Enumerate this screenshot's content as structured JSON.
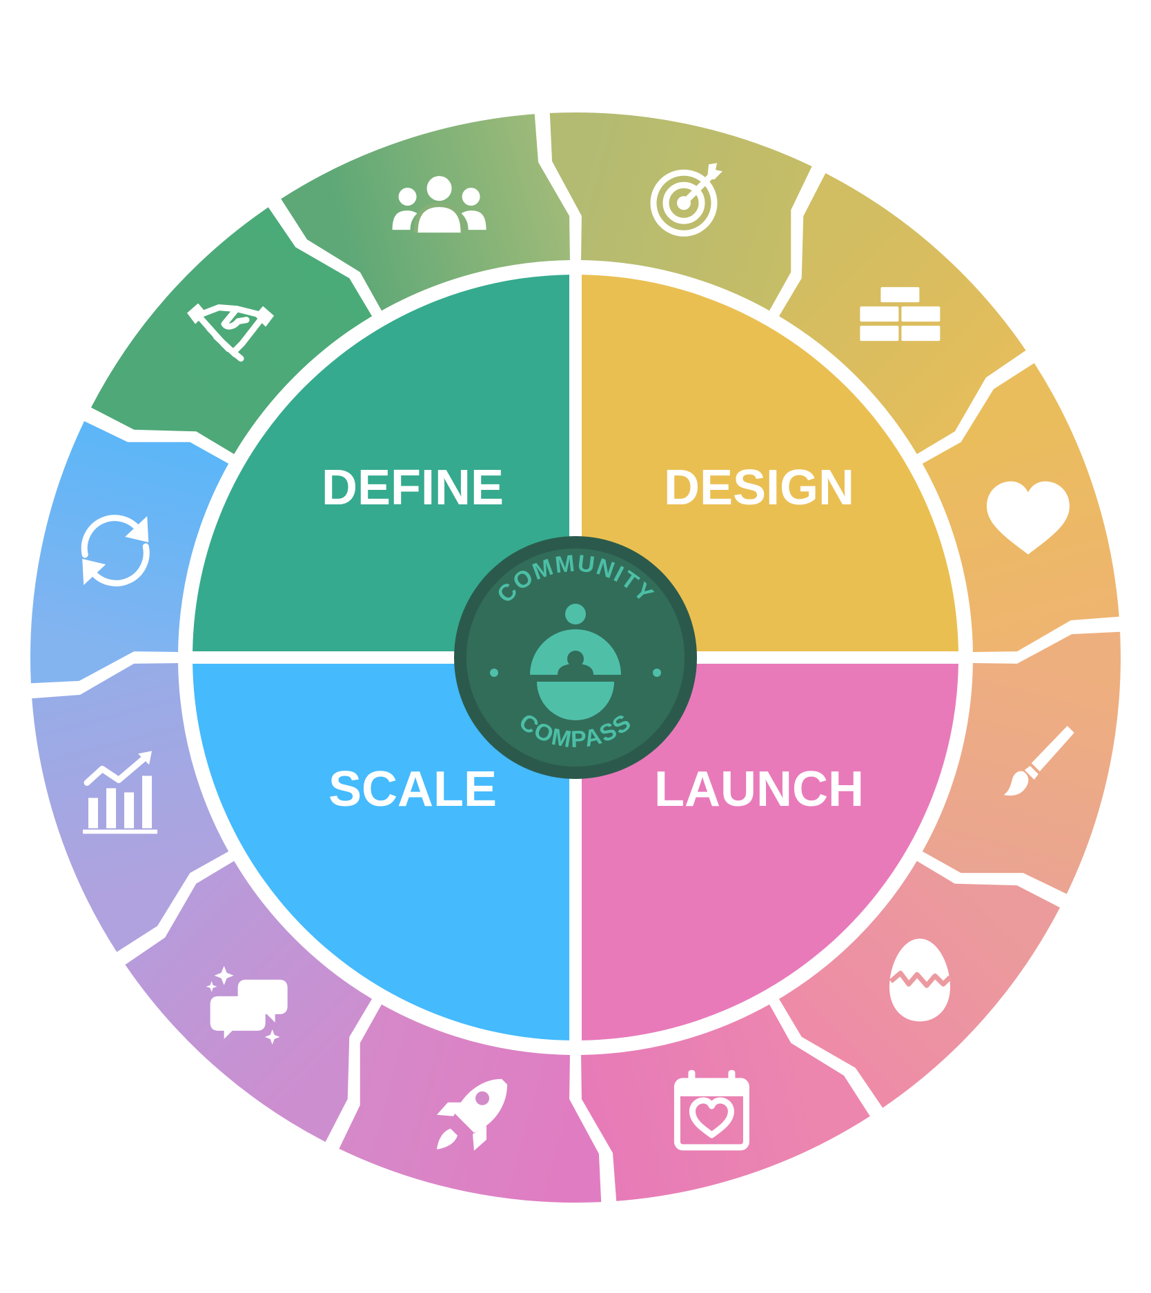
{
  "diagram": {
    "quadrants": [
      {
        "id": "define",
        "label": "DEFINE",
        "color": "#35aa8e"
      },
      {
        "id": "design",
        "label": "DESIGN",
        "color": "#eabf52"
      },
      {
        "id": "scale",
        "label": "SCALE",
        "color": "#45bafd"
      },
      {
        "id": "launch",
        "label": "LAUNCH",
        "color": "#e87aba"
      }
    ],
    "center_badge": {
      "text_top": "COMMUNITY",
      "text_bottom": "COMPASS",
      "outer_color": "#2b5a4c",
      "inner_color": "#326d59",
      "accent_color": "#4fbfa8"
    },
    "outer_ring": [
      {
        "icon": "target-arrow-icon",
        "colors": [
          "#b3bb72",
          "#c7bd66"
        ]
      },
      {
        "icon": "bricks-icon",
        "colors": [
          "#d1bd62",
          "#e6bd5b"
        ]
      },
      {
        "icon": "heart-icon",
        "colors": [
          "#e9bd5b",
          "#efb472"
        ]
      },
      {
        "icon": "paintbrush-icon",
        "colors": [
          "#eeaf7e",
          "#eaa393"
        ]
      },
      {
        "icon": "cracked-egg-icon",
        "colors": [
          "#eb9b9b",
          "#ee8aa9"
        ]
      },
      {
        "icon": "calendar-heart-icon",
        "colors": [
          "#ec86ae",
          "#e67ab9"
        ]
      },
      {
        "icon": "rocket-icon",
        "colors": [
          "#e07dc2",
          "#d48ac9"
        ]
      },
      {
        "icon": "chat-bubbles-sparkle-icon",
        "colors": [
          "#cd8ecf",
          "#b69cdb"
        ]
      },
      {
        "icon": "growth-chart-icon",
        "colors": [
          "#b0a2de",
          "#95ade8"
        ]
      },
      {
        "icon": "refresh-cycle-icon",
        "colors": [
          "#83b4f0",
          "#59b6f8"
        ]
      },
      {
        "icon": "handshake-icon",
        "colors": [
          "#4fa878",
          "#4aab78"
        ]
      },
      {
        "icon": "team-people-icon",
        "colors": [
          "#5ea877",
          "#a2bb79"
        ]
      }
    ]
  }
}
